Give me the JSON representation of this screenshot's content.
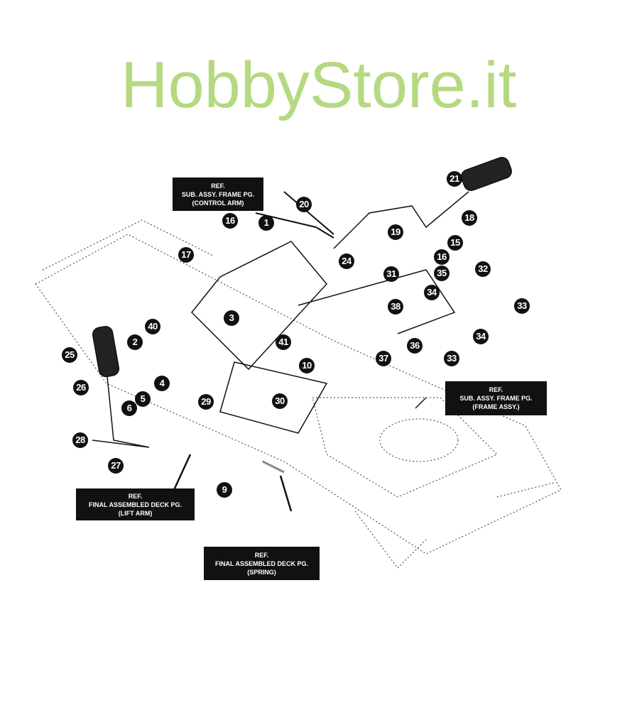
{
  "diagram": {
    "part_callouts": [
      "1",
      "2",
      "3",
      "4",
      "5",
      "6",
      "9",
      "10",
      "15",
      "16",
      "16",
      "17",
      "18",
      "19",
      "20",
      "21",
      "24",
      "25",
      "26",
      "27",
      "28",
      "29",
      "30",
      "31",
      "32",
      "33",
      "33",
      "34",
      "34",
      "35",
      "36",
      "37",
      "38",
      "40",
      "41"
    ],
    "reference_boxes": [
      {
        "line1": "REF.",
        "line2": "SUB. ASSY. FRAME PG.",
        "line3": "(CONTROL ARM)"
      },
      {
        "line1": "REF.",
        "line2": "SUB. ASSY. FRAME PG.",
        "line3": "(FRAME ASSY.)"
      },
      {
        "line1": "REF.",
        "line2": "FINAL ASSEMBLED DECK PG.",
        "line3": "(LIFT ARM)"
      },
      {
        "line1": "REF.",
        "line2": "FINAL ASSEMBLED DECK PG.",
        "line3": "(SPRING)"
      }
    ],
    "watermark": "HobbyStore.it",
    "colors": {
      "callout": "#111111",
      "watermark": "#a9d36a",
      "line": "#222222"
    }
  }
}
